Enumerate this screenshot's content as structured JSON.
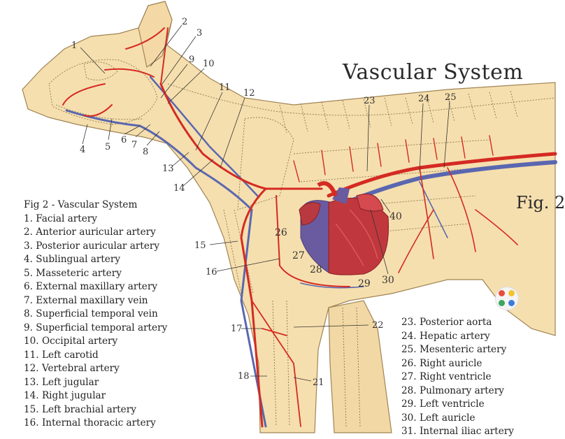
{
  "title": "Vascular System",
  "fig_label": "Fig. 2",
  "legend_heading": "Fig 2 - Vascular System",
  "legend_left": [
    "1. Facial artery",
    "2. Anterior auricular artery",
    "3. Posterior auricular artery",
    "4. Sublingual artery",
    "5. Masseteric artery",
    "6. External maxillary artery",
    "7. External maxillary vein",
    "8. Superficial temporal vein",
    "9. Superficial temporal artery",
    "10. Occipital artery",
    "11. Left carotid",
    "12. Vertebral artery",
    "13. Left jugular",
    "14. Right jugular",
    "15. Left brachial artery",
    "16. Internal thoracic artery"
  ],
  "legend_right": [
    "23. Posterior aorta",
    "24. Hepatic artery",
    "25. Mesenteric artery",
    "26. Right auricle",
    "27. Right ventricle",
    "28. Pulmonary artery",
    "29. Left ventricle",
    "30. Left auricle",
    "31. Internal iliac artery"
  ],
  "callouts": [
    "1",
    "2",
    "3",
    "4",
    "5",
    "6",
    "7",
    "8",
    "9",
    "10",
    "11",
    "12",
    "13",
    "14",
    "15",
    "16",
    "17",
    "18",
    "21",
    "22",
    "23",
    "24",
    "25",
    "26",
    "27",
    "28",
    "29",
    "30",
    "40"
  ],
  "colors": {
    "skin": "#f6dfae",
    "skin_outline": "#a08455",
    "artery": "#d42a22",
    "vein": "#5a67b0",
    "heart": "#b8343c",
    "bone_outline": "#8a7850"
  }
}
